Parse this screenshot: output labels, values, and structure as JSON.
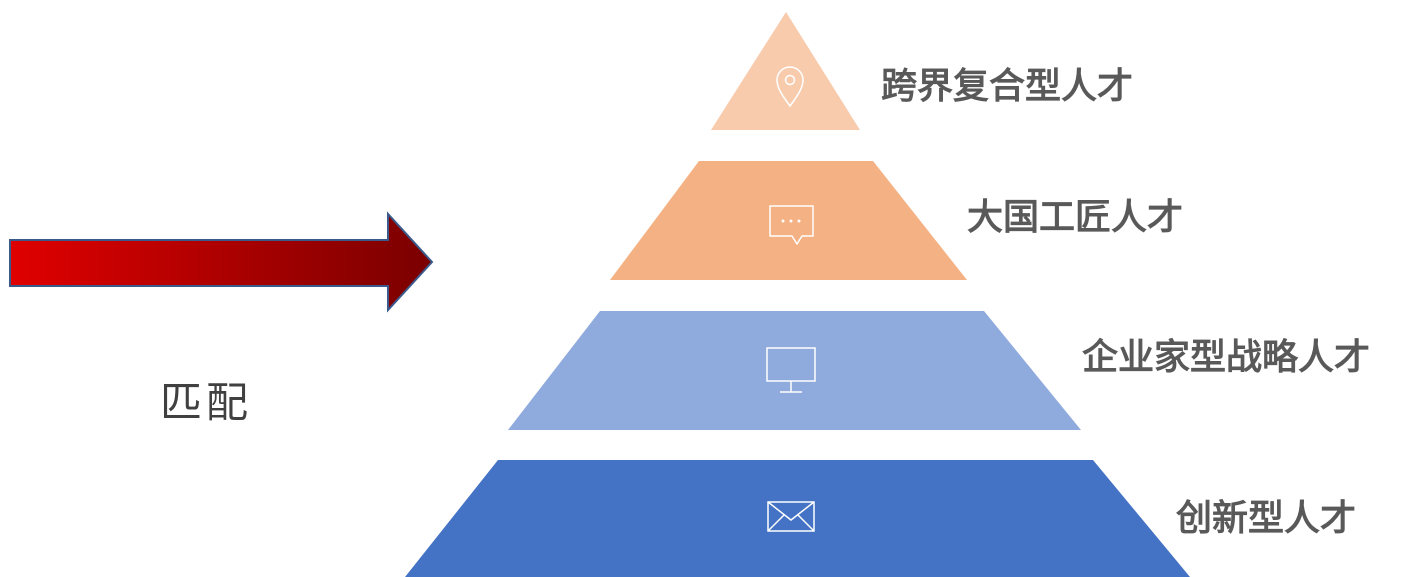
{
  "side_label": "匹配",
  "layers": [
    {
      "label": "跨界复合型人才",
      "icon": "location-pin-icon",
      "color": "#F8CBAD"
    },
    {
      "label": "大国工匠人才",
      "icon": "chat-bubble-icon",
      "color": "#F4B183"
    },
    {
      "label": "企业家型战略人才",
      "icon": "monitor-icon",
      "color": "#8FAADC"
    },
    {
      "label": "创新型人才",
      "icon": "envelope-icon",
      "color": "#4472C4"
    }
  ],
  "arrow": {
    "color_start": "#E00000",
    "color_end": "#7A0000",
    "outline": "#3B5A8C"
  }
}
